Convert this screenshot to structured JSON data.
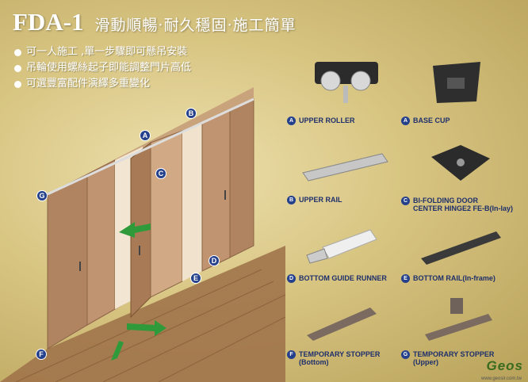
{
  "header": {
    "model": "FDA-1",
    "tagline": "滑動順暢‧耐久穩固‧施工簡單"
  },
  "features": [
    "可一人施工 ,單一步驟即可懸吊安裝",
    "吊輪使用螺絲起子即能調整門片高低",
    "可選豐富配件演繹多重變化"
  ],
  "markers": {
    "a": "A",
    "b": "B",
    "c": "C",
    "d": "D",
    "e": "E",
    "f": "F",
    "g": "G"
  },
  "parts": {
    "upper_roller": {
      "letter": "A",
      "name": "UPPER ROLLER"
    },
    "base_cup": {
      "letter": "A",
      "name": "BASE CUP"
    },
    "upper_rail": {
      "letter": "B",
      "name": "UPPER RAIL"
    },
    "center_hinge": {
      "letter": "C",
      "name": "BI-FOLDING DOOR",
      "name2": "CENTER HINGE2 FE-B(In-lay)"
    },
    "bottom_guide_runner": {
      "letter": "D",
      "name": "BOTTOM GUIDE RUNNER"
    },
    "bottom_rail": {
      "letter": "E",
      "name": "BOTTOM RAIL(In-frame)"
    },
    "stopper_bottom": {
      "letter": "F",
      "name": "TEMPORARY STOPPER",
      "name2": "(Bottom)"
    },
    "stopper_upper": {
      "letter": "G",
      "name": "TEMPORARY STOPPER",
      "name2": "(Upper)"
    }
  },
  "brand": {
    "logo": "Geos",
    "url": "www.geosir.com.tw"
  }
}
